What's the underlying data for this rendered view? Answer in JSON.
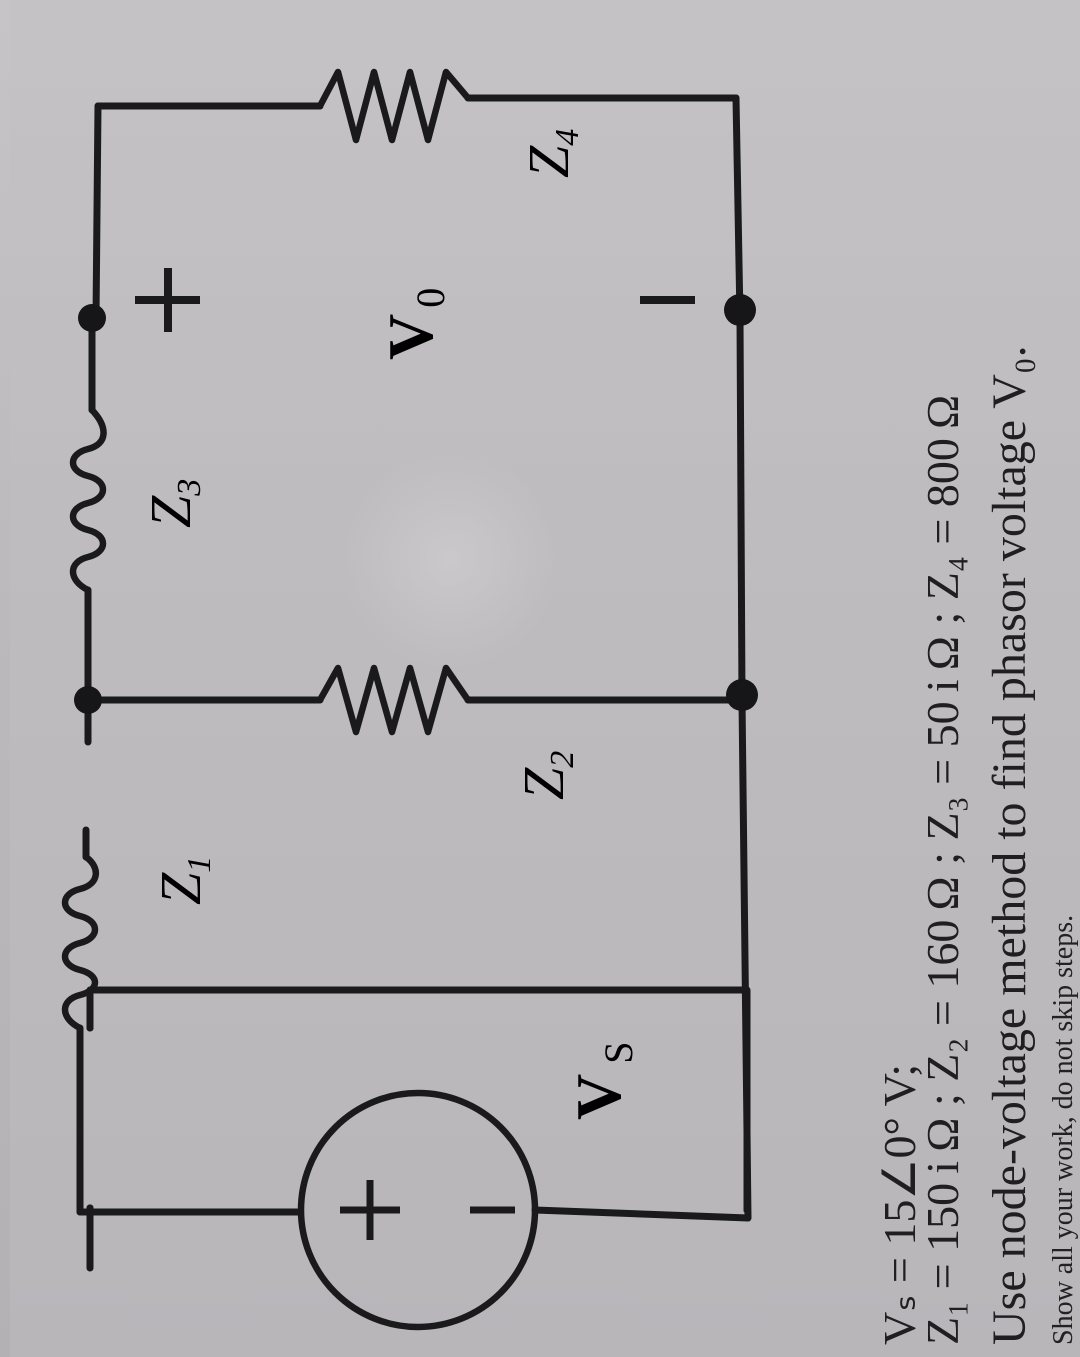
{
  "labels": {
    "z1": "Z",
    "z1_sub": "1",
    "z2": "Z",
    "z2_sub": "2",
    "z3": "Z",
    "z3_sub": "3",
    "z4": "Z",
    "z4_sub": "4",
    "vs": "V",
    "vs_sub": "S",
    "vo": "V",
    "vo_sub": "0",
    "source_plus": "+",
    "source_minus": "−",
    "vo_plus": "+",
    "vo_minus": "−"
  },
  "problem": {
    "line1": "Vₛ = 15∠0° V;",
    "line2": "Z₁ = 150 i Ω ; Z₂ = 160 Ω ; Z₃ = 50 i Ω ; Z₄ = 800 Ω",
    "line3": "Use node-voltage method to find phasor voltage V₀.",
    "line4": "Show all your work, do not skip steps."
  }
}
